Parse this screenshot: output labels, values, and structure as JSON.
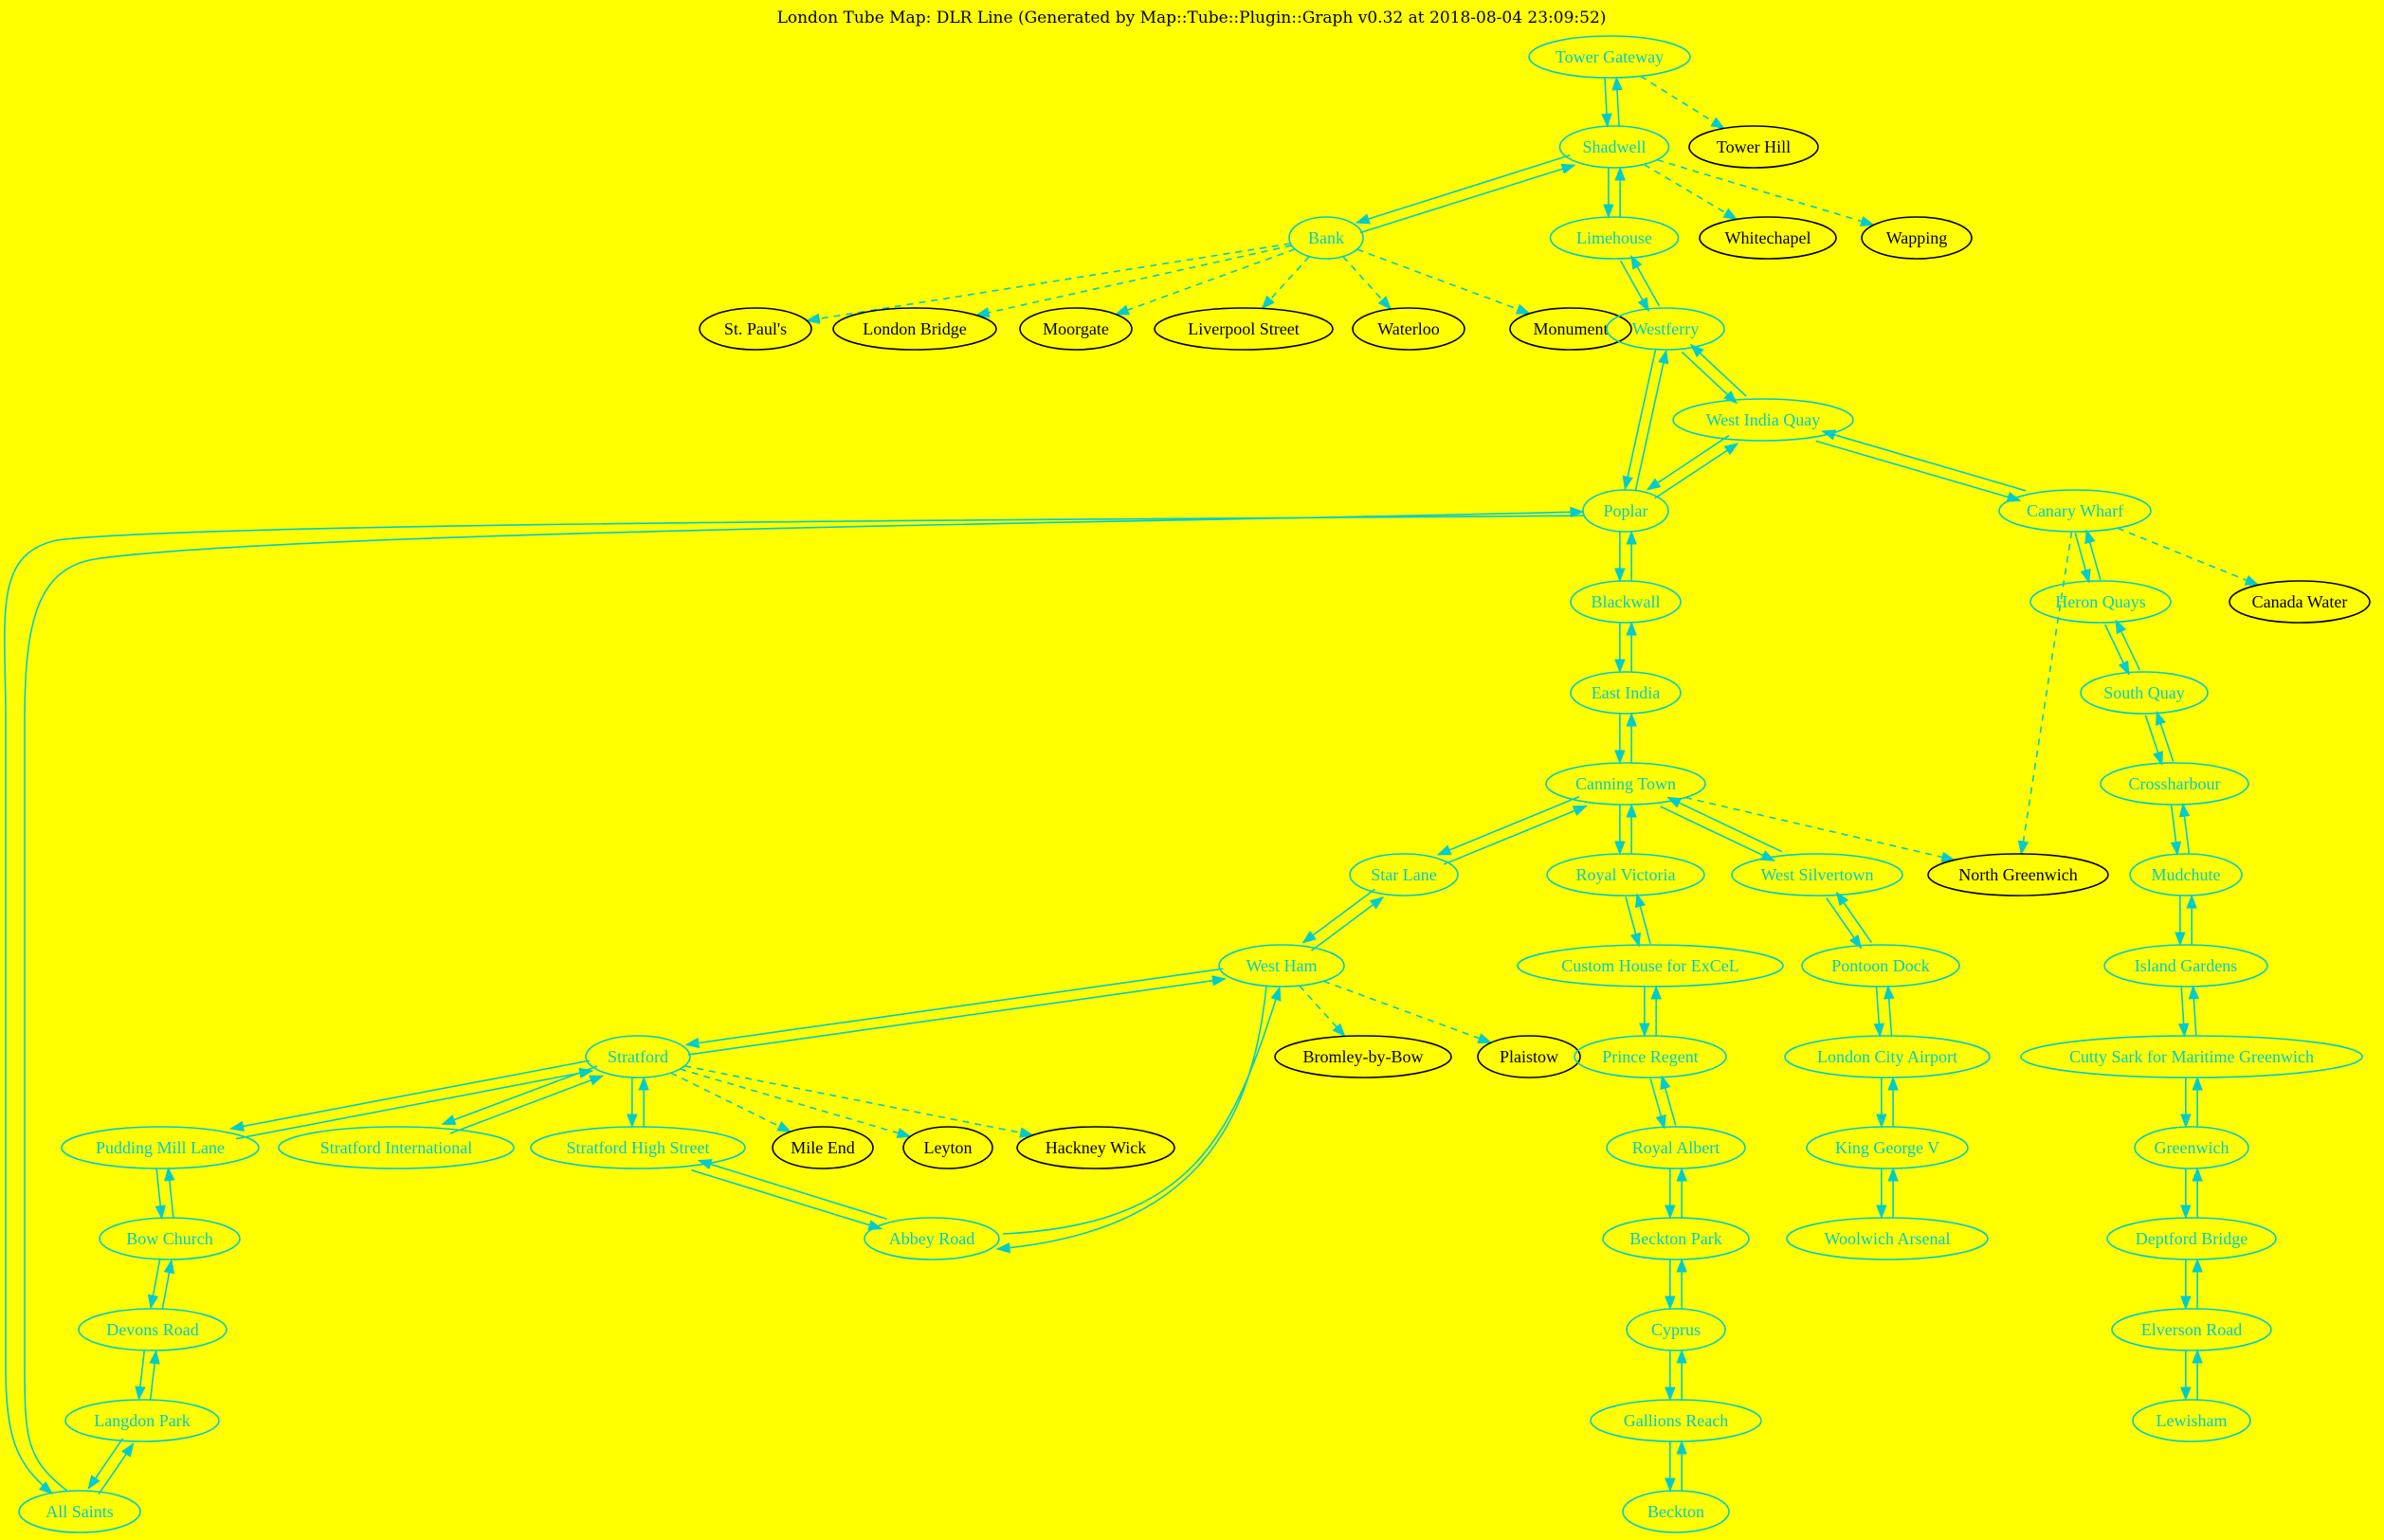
{
  "title": "London Tube Map: DLR Line (Generated by Map::Tube::Plugin::Graph v0.32 at 2018-08-04 23:09:52)",
  "colors": {
    "background": "#ffff00",
    "line": "#00cccc",
    "link": "#000000"
  },
  "nodes": [
    {
      "id": "tower-gateway",
      "label": "Tower Gateway",
      "kind": "line"
    },
    {
      "id": "tower-hill",
      "label": "Tower Hill",
      "kind": "link"
    },
    {
      "id": "shadwell",
      "label": "Shadwell",
      "kind": "line"
    },
    {
      "id": "bank",
      "label": "Bank",
      "kind": "line"
    },
    {
      "id": "limehouse",
      "label": "Limehouse",
      "kind": "line"
    },
    {
      "id": "whitechapel",
      "label": "Whitechapel",
      "kind": "link"
    },
    {
      "id": "wapping",
      "label": "Wapping",
      "kind": "link"
    },
    {
      "id": "st-pauls",
      "label": "St. Paul's",
      "kind": "link"
    },
    {
      "id": "london-bridge",
      "label": "London Bridge",
      "kind": "link"
    },
    {
      "id": "moorgate",
      "label": "Moorgate",
      "kind": "link"
    },
    {
      "id": "liverpool-street",
      "label": "Liverpool Street",
      "kind": "link"
    },
    {
      "id": "waterloo",
      "label": "Waterloo",
      "kind": "link"
    },
    {
      "id": "monument",
      "label": "Monument",
      "kind": "link"
    },
    {
      "id": "westferry",
      "label": "Westferry",
      "kind": "line"
    },
    {
      "id": "west-india-quay",
      "label": "West India Quay",
      "kind": "line"
    },
    {
      "id": "poplar",
      "label": "Poplar",
      "kind": "line"
    },
    {
      "id": "canary-wharf",
      "label": "Canary Wharf",
      "kind": "line"
    },
    {
      "id": "blackwall",
      "label": "Blackwall",
      "kind": "line"
    },
    {
      "id": "heron-quays",
      "label": "Heron Quays",
      "kind": "line"
    },
    {
      "id": "canada-water",
      "label": "Canada Water",
      "kind": "link"
    },
    {
      "id": "east-india",
      "label": "East India",
      "kind": "line"
    },
    {
      "id": "south-quay",
      "label": "South Quay",
      "kind": "line"
    },
    {
      "id": "canning-town",
      "label": "Canning Town",
      "kind": "line"
    },
    {
      "id": "crossharbour",
      "label": "Crossharbour",
      "kind": "line"
    },
    {
      "id": "star-lane",
      "label": "Star Lane",
      "kind": "line"
    },
    {
      "id": "royal-victoria",
      "label": "Royal Victoria",
      "kind": "line"
    },
    {
      "id": "west-silvertown",
      "label": "West Silvertown",
      "kind": "line"
    },
    {
      "id": "north-greenwich",
      "label": "North Greenwich",
      "kind": "link"
    },
    {
      "id": "mudchute",
      "label": "Mudchute",
      "kind": "line"
    },
    {
      "id": "west-ham",
      "label": "West Ham",
      "kind": "line"
    },
    {
      "id": "custom-house",
      "label": "Custom House for ExCeL",
      "kind": "line"
    },
    {
      "id": "pontoon-dock",
      "label": "Pontoon Dock",
      "kind": "line"
    },
    {
      "id": "island-gardens",
      "label": "Island Gardens",
      "kind": "line"
    },
    {
      "id": "stratford",
      "label": "Stratford",
      "kind": "line"
    },
    {
      "id": "bromley-by-bow",
      "label": "Bromley-by-Bow",
      "kind": "link"
    },
    {
      "id": "plaistow",
      "label": "Plaistow",
      "kind": "link"
    },
    {
      "id": "prince-regent",
      "label": "Prince Regent",
      "kind": "line"
    },
    {
      "id": "london-city-airport",
      "label": "London City Airport",
      "kind": "line"
    },
    {
      "id": "cutty-sark",
      "label": "Cutty Sark for Maritime Greenwich",
      "kind": "line"
    },
    {
      "id": "pudding-mill-lane",
      "label": "Pudding Mill Lane",
      "kind": "line"
    },
    {
      "id": "stratford-international",
      "label": "Stratford International",
      "kind": "line"
    },
    {
      "id": "stratford-high-street",
      "label": "Stratford High Street",
      "kind": "line"
    },
    {
      "id": "mile-end",
      "label": "Mile End",
      "kind": "link"
    },
    {
      "id": "leyton",
      "label": "Leyton",
      "kind": "link"
    },
    {
      "id": "hackney-wick",
      "label": "Hackney Wick",
      "kind": "link"
    },
    {
      "id": "royal-albert",
      "label": "Royal Albert",
      "kind": "line"
    },
    {
      "id": "king-george-v",
      "label": "King George V",
      "kind": "line"
    },
    {
      "id": "greenwich",
      "label": "Greenwich",
      "kind": "line"
    },
    {
      "id": "bow-church",
      "label": "Bow Church",
      "kind": "line"
    },
    {
      "id": "abbey-road",
      "label": "Abbey Road",
      "kind": "line"
    },
    {
      "id": "beckton-park",
      "label": "Beckton Park",
      "kind": "line"
    },
    {
      "id": "woolwich-arsenal",
      "label": "Woolwich Arsenal",
      "kind": "line"
    },
    {
      "id": "deptford-bridge",
      "label": "Deptford Bridge",
      "kind": "line"
    },
    {
      "id": "devons-road",
      "label": "Devons Road",
      "kind": "line"
    },
    {
      "id": "cyprus",
      "label": "Cyprus",
      "kind": "line"
    },
    {
      "id": "elverson-road",
      "label": "Elverson Road",
      "kind": "line"
    },
    {
      "id": "langdon-park",
      "label": "Langdon Park",
      "kind": "line"
    },
    {
      "id": "gallions-reach",
      "label": "Gallions Reach",
      "kind": "line"
    },
    {
      "id": "lewisham",
      "label": "Lewisham",
      "kind": "line"
    },
    {
      "id": "all-saints",
      "label": "All Saints",
      "kind": "line"
    },
    {
      "id": "beckton",
      "label": "Beckton",
      "kind": "line"
    }
  ],
  "edges": [
    {
      "from": "tower-gateway",
      "to": "shadwell",
      "type": "line"
    },
    {
      "from": "shadwell",
      "to": "tower-gateway",
      "type": "line"
    },
    {
      "from": "tower-gateway",
      "to": "tower-hill",
      "type": "link"
    },
    {
      "from": "shadwell",
      "to": "bank",
      "type": "line"
    },
    {
      "from": "bank",
      "to": "shadwell",
      "type": "line"
    },
    {
      "from": "shadwell",
      "to": "limehouse",
      "type": "line"
    },
    {
      "from": "limehouse",
      "to": "shadwell",
      "type": "line"
    },
    {
      "from": "shadwell",
      "to": "whitechapel",
      "type": "link"
    },
    {
      "from": "shadwell",
      "to": "wapping",
      "type": "link"
    },
    {
      "from": "bank",
      "to": "st-pauls",
      "type": "link"
    },
    {
      "from": "bank",
      "to": "london-bridge",
      "type": "link"
    },
    {
      "from": "bank",
      "to": "moorgate",
      "type": "link"
    },
    {
      "from": "bank",
      "to": "liverpool-street",
      "type": "link"
    },
    {
      "from": "bank",
      "to": "waterloo",
      "type": "link"
    },
    {
      "from": "bank",
      "to": "monument",
      "type": "link"
    },
    {
      "from": "limehouse",
      "to": "westferry",
      "type": "line"
    },
    {
      "from": "westferry",
      "to": "limehouse",
      "type": "line"
    },
    {
      "from": "westferry",
      "to": "west-india-quay",
      "type": "line"
    },
    {
      "from": "west-india-quay",
      "to": "westferry",
      "type": "line"
    },
    {
      "from": "westferry",
      "to": "poplar",
      "type": "line"
    },
    {
      "from": "poplar",
      "to": "westferry",
      "type": "line"
    },
    {
      "from": "west-india-quay",
      "to": "poplar",
      "type": "line"
    },
    {
      "from": "poplar",
      "to": "west-india-quay",
      "type": "line"
    },
    {
      "from": "west-india-quay",
      "to": "canary-wharf",
      "type": "line"
    },
    {
      "from": "canary-wharf",
      "to": "west-india-quay",
      "type": "line"
    },
    {
      "from": "poplar",
      "to": "all-saints",
      "type": "line"
    },
    {
      "from": "all-saints",
      "to": "poplar",
      "type": "line"
    },
    {
      "from": "poplar",
      "to": "blackwall",
      "type": "line"
    },
    {
      "from": "blackwall",
      "to": "poplar",
      "type": "line"
    },
    {
      "from": "canary-wharf",
      "to": "heron-quays",
      "type": "line"
    },
    {
      "from": "heron-quays",
      "to": "canary-wharf",
      "type": "line"
    },
    {
      "from": "canary-wharf",
      "to": "canada-water",
      "type": "link"
    },
    {
      "from": "canary-wharf",
      "to": "north-greenwich",
      "type": "link"
    },
    {
      "from": "blackwall",
      "to": "east-india",
      "type": "line"
    },
    {
      "from": "east-india",
      "to": "blackwall",
      "type": "line"
    },
    {
      "from": "heron-quays",
      "to": "south-quay",
      "type": "line"
    },
    {
      "from": "south-quay",
      "to": "heron-quays",
      "type": "line"
    },
    {
      "from": "east-india",
      "to": "canning-town",
      "type": "line"
    },
    {
      "from": "canning-town",
      "to": "east-india",
      "type": "line"
    },
    {
      "from": "south-quay",
      "to": "crossharbour",
      "type": "line"
    },
    {
      "from": "crossharbour",
      "to": "south-quay",
      "type": "line"
    },
    {
      "from": "canning-town",
      "to": "star-lane",
      "type": "line"
    },
    {
      "from": "star-lane",
      "to": "canning-town",
      "type": "line"
    },
    {
      "from": "canning-town",
      "to": "royal-victoria",
      "type": "line"
    },
    {
      "from": "royal-victoria",
      "to": "canning-town",
      "type": "line"
    },
    {
      "from": "canning-town",
      "to": "west-silvertown",
      "type": "line"
    },
    {
      "from": "west-silvertown",
      "to": "canning-town",
      "type": "line"
    },
    {
      "from": "canning-town",
      "to": "north-greenwich",
      "type": "link"
    },
    {
      "from": "crossharbour",
      "to": "mudchute",
      "type": "line"
    },
    {
      "from": "mudchute",
      "to": "crossharbour",
      "type": "line"
    },
    {
      "from": "star-lane",
      "to": "west-ham",
      "type": "line"
    },
    {
      "from": "west-ham",
      "to": "star-lane",
      "type": "line"
    },
    {
      "from": "royal-victoria",
      "to": "custom-house",
      "type": "line"
    },
    {
      "from": "custom-house",
      "to": "royal-victoria",
      "type": "line"
    },
    {
      "from": "west-silvertown",
      "to": "pontoon-dock",
      "type": "line"
    },
    {
      "from": "pontoon-dock",
      "to": "west-silvertown",
      "type": "line"
    },
    {
      "from": "mudchute",
      "to": "island-gardens",
      "type": "line"
    },
    {
      "from": "island-gardens",
      "to": "mudchute",
      "type": "line"
    },
    {
      "from": "west-ham",
      "to": "stratford",
      "type": "line"
    },
    {
      "from": "stratford",
      "to": "west-ham",
      "type": "line"
    },
    {
      "from": "west-ham",
      "to": "abbey-road",
      "type": "line"
    },
    {
      "from": "abbey-road",
      "to": "west-ham",
      "type": "line"
    },
    {
      "from": "west-ham",
      "to": "bromley-by-bow",
      "type": "link"
    },
    {
      "from": "west-ham",
      "to": "plaistow",
      "type": "link"
    },
    {
      "from": "custom-house",
      "to": "prince-regent",
      "type": "line"
    },
    {
      "from": "prince-regent",
      "to": "custom-house",
      "type": "line"
    },
    {
      "from": "pontoon-dock",
      "to": "london-city-airport",
      "type": "line"
    },
    {
      "from": "london-city-airport",
      "to": "pontoon-dock",
      "type": "line"
    },
    {
      "from": "island-gardens",
      "to": "cutty-sark",
      "type": "line"
    },
    {
      "from": "cutty-sark",
      "to": "island-gardens",
      "type": "line"
    },
    {
      "from": "stratford",
      "to": "pudding-mill-lane",
      "type": "line"
    },
    {
      "from": "pudding-mill-lane",
      "to": "stratford",
      "type": "line"
    },
    {
      "from": "stratford",
      "to": "stratford-international",
      "type": "line"
    },
    {
      "from": "stratford-international",
      "to": "stratford",
      "type": "line"
    },
    {
      "from": "stratford",
      "to": "stratford-high-street",
      "type": "line"
    },
    {
      "from": "stratford-high-street",
      "to": "stratford",
      "type": "line"
    },
    {
      "from": "stratford",
      "to": "mile-end",
      "type": "link"
    },
    {
      "from": "stratford",
      "to": "leyton",
      "type": "link"
    },
    {
      "from": "stratford",
      "to": "hackney-wick",
      "type": "link"
    },
    {
      "from": "prince-regent",
      "to": "royal-albert",
      "type": "line"
    },
    {
      "from": "royal-albert",
      "to": "prince-regent",
      "type": "line"
    },
    {
      "from": "london-city-airport",
      "to": "king-george-v",
      "type": "line"
    },
    {
      "from": "king-george-v",
      "to": "london-city-airport",
      "type": "line"
    },
    {
      "from": "cutty-sark",
      "to": "greenwich",
      "type": "line"
    },
    {
      "from": "greenwich",
      "to": "cutty-sark",
      "type": "line"
    },
    {
      "from": "pudding-mill-lane",
      "to": "bow-church",
      "type": "line"
    },
    {
      "from": "bow-church",
      "to": "pudding-mill-lane",
      "type": "line"
    },
    {
      "from": "stratford-high-street",
      "to": "abbey-road",
      "type": "line"
    },
    {
      "from": "abbey-road",
      "to": "stratford-high-street",
      "type": "line"
    },
    {
      "from": "royal-albert",
      "to": "beckton-park",
      "type": "line"
    },
    {
      "from": "beckton-park",
      "to": "royal-albert",
      "type": "line"
    },
    {
      "from": "king-george-v",
      "to": "woolwich-arsenal",
      "type": "line"
    },
    {
      "from": "woolwich-arsenal",
      "to": "king-george-v",
      "type": "line"
    },
    {
      "from": "greenwich",
      "to": "deptford-bridge",
      "type": "line"
    },
    {
      "from": "deptford-bridge",
      "to": "greenwich",
      "type": "line"
    },
    {
      "from": "bow-church",
      "to": "devons-road",
      "type": "line"
    },
    {
      "from": "devons-road",
      "to": "bow-church",
      "type": "line"
    },
    {
      "from": "beckton-park",
      "to": "cyprus",
      "type": "line"
    },
    {
      "from": "cyprus",
      "to": "beckton-park",
      "type": "line"
    },
    {
      "from": "deptford-bridge",
      "to": "elverson-road",
      "type": "line"
    },
    {
      "from": "elverson-road",
      "to": "deptford-bridge",
      "type": "line"
    },
    {
      "from": "devons-road",
      "to": "langdon-park",
      "type": "line"
    },
    {
      "from": "langdon-park",
      "to": "devons-road",
      "type": "line"
    },
    {
      "from": "cyprus",
      "to": "gallions-reach",
      "type": "line"
    },
    {
      "from": "gallions-reach",
      "to": "cyprus",
      "type": "line"
    },
    {
      "from": "elverson-road",
      "to": "lewisham",
      "type": "line"
    },
    {
      "from": "lewisham",
      "to": "elverson-road",
      "type": "line"
    },
    {
      "from": "langdon-park",
      "to": "all-saints",
      "type": "line"
    },
    {
      "from": "all-saints",
      "to": "langdon-park",
      "type": "line"
    },
    {
      "from": "gallions-reach",
      "to": "beckton",
      "type": "line"
    },
    {
      "from": "beckton",
      "to": "gallions-reach",
      "type": "line"
    }
  ]
}
